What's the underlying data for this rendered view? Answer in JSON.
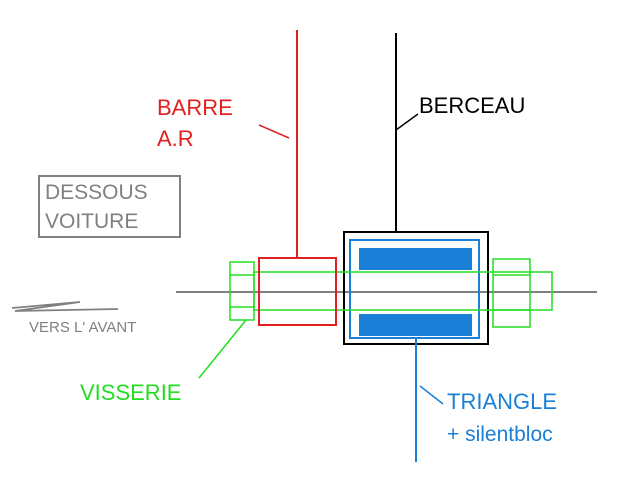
{
  "labels": {
    "barre_line1": "BARRE",
    "barre_line2": "A.R",
    "berceau": "BERCEAU",
    "dessous_line1": "DESSOUS",
    "dessous_line2": "VOITURE",
    "vers_avant": "VERS L' AVANT",
    "visserie": "VISSERIE",
    "triangle_line1": "TRIANGLE",
    "triangle_line2": "+ silentbloc"
  },
  "colors": {
    "red": "#e02020",
    "green": "#22dd22",
    "blue": "#1a7fd6",
    "black": "#000000",
    "gray": "#808080"
  }
}
